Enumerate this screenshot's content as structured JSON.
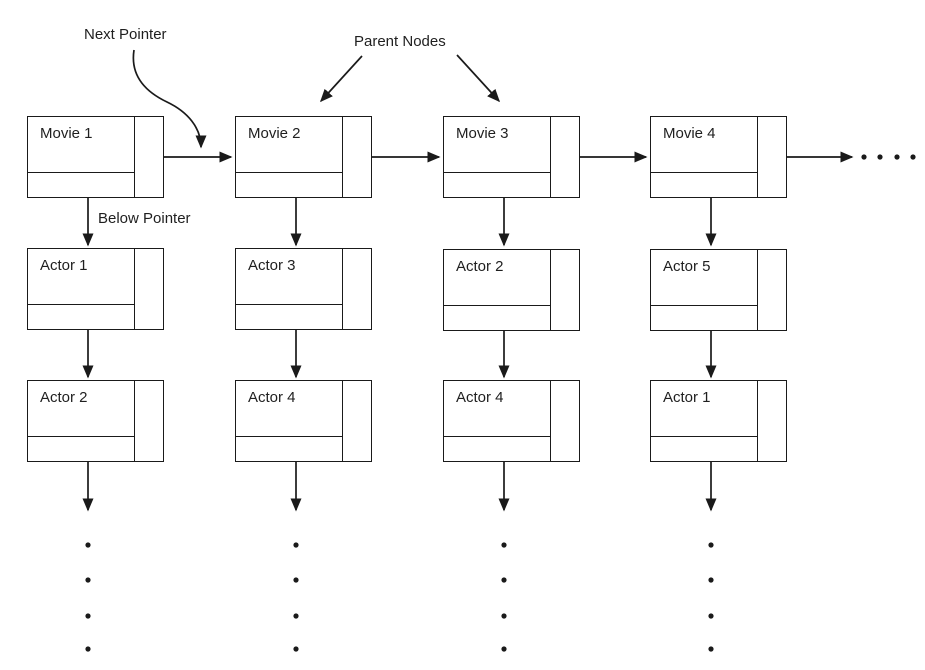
{
  "annotations": {
    "next_pointer": "Next Pointer",
    "parent_nodes": "Parent Nodes",
    "below_pointer": "Below Pointer"
  },
  "columns": [
    {
      "movie": "Movie 1",
      "actors": [
        "Actor 1",
        "Actor 2"
      ]
    },
    {
      "movie": "Movie 2",
      "actors": [
        "Actor 3",
        "Actor 4"
      ]
    },
    {
      "movie": "Movie 3",
      "actors": [
        "Actor 2",
        "Actor 4"
      ]
    },
    {
      "movie": "Movie 4",
      "actors": [
        "Actor 5",
        "Actor 1"
      ]
    }
  ],
  "continuation": {
    "horizontal_dots_after_movie_list": 4,
    "vertical_dots_per_column": 4
  },
  "colors": {
    "line": "#1a1a1a",
    "text": "#1f1f1f",
    "background": "#ffffff"
  }
}
